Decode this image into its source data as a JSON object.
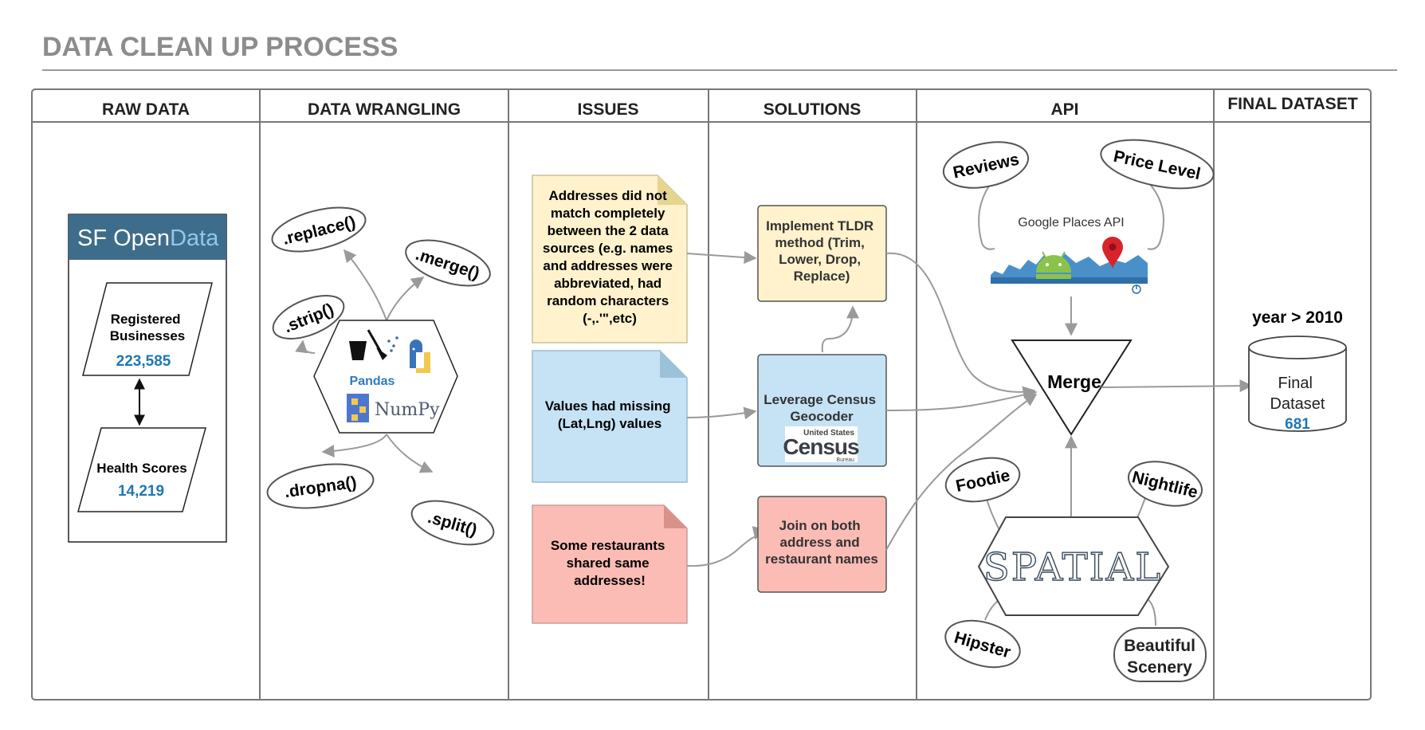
{
  "title": "DATA CLEAN UP PROCESS",
  "columns": [
    {
      "label": "RAW DATA"
    },
    {
      "label": "DATA WRANGLING"
    },
    {
      "label": "ISSUES"
    },
    {
      "label": "SOLUTIONS"
    },
    {
      "label": "API"
    },
    {
      "label": "FINAL DATASET"
    }
  ],
  "raw_data": {
    "logo_sf_open": "SF Open",
    "logo_data": "Data",
    "registered": {
      "line1": "Registered",
      "line2": "Businesses",
      "count": "223,585"
    },
    "health": {
      "line1": "Health Scores",
      "count": "14,219"
    }
  },
  "wrangling": {
    "methods": [
      ".replace()",
      ".merge()",
      ".strip()",
      ".dropna()",
      ".split()"
    ],
    "pandas_label": "Pandas",
    "numpy_label": "NumPy"
  },
  "issues": [
    {
      "lines": [
        "Addresses did not",
        "match completely",
        "between the 2 data",
        "sources (e.g. names",
        "and addresses were",
        "abbreviated, had",
        "random characters",
        "(-,.'\",etc)"
      ]
    },
    {
      "lines": [
        "Values had missing",
        "(Lat,Lng) values"
      ]
    },
    {
      "lines": [
        "Some restaurants",
        "shared same",
        "addresses!"
      ]
    }
  ],
  "solutions": [
    {
      "lines": [
        "Implement TLDR",
        "method (Trim,",
        "Lower, Drop,",
        "Replace)"
      ]
    },
    {
      "lines": [
        "Leverage Census",
        "Geocoder"
      ],
      "logo_small": "United States",
      "logo_big": "Census",
      "logo_bureau": "Bureau"
    },
    {
      "lines": [
        "Join on both",
        "address and",
        "restaurant names"
      ]
    }
  ],
  "api": {
    "google_label": "Google Places API",
    "bubbles": [
      "Reviews",
      "Price Level",
      "Foodie",
      "Nightlife",
      "Hipster",
      "Beautiful Scenery"
    ],
    "merge_label": "Merge",
    "spatial_label": "SPATIAL"
  },
  "final": {
    "filter": "year > 2010",
    "line1": "Final",
    "line2": "Dataset",
    "count": "681"
  },
  "colors": {
    "yellow": "#fff2cc",
    "blue": "#c5e3f5",
    "red": "#fbbcb5",
    "accent_blue": "#1f78b4",
    "sf_header": "#3d6d8a"
  }
}
